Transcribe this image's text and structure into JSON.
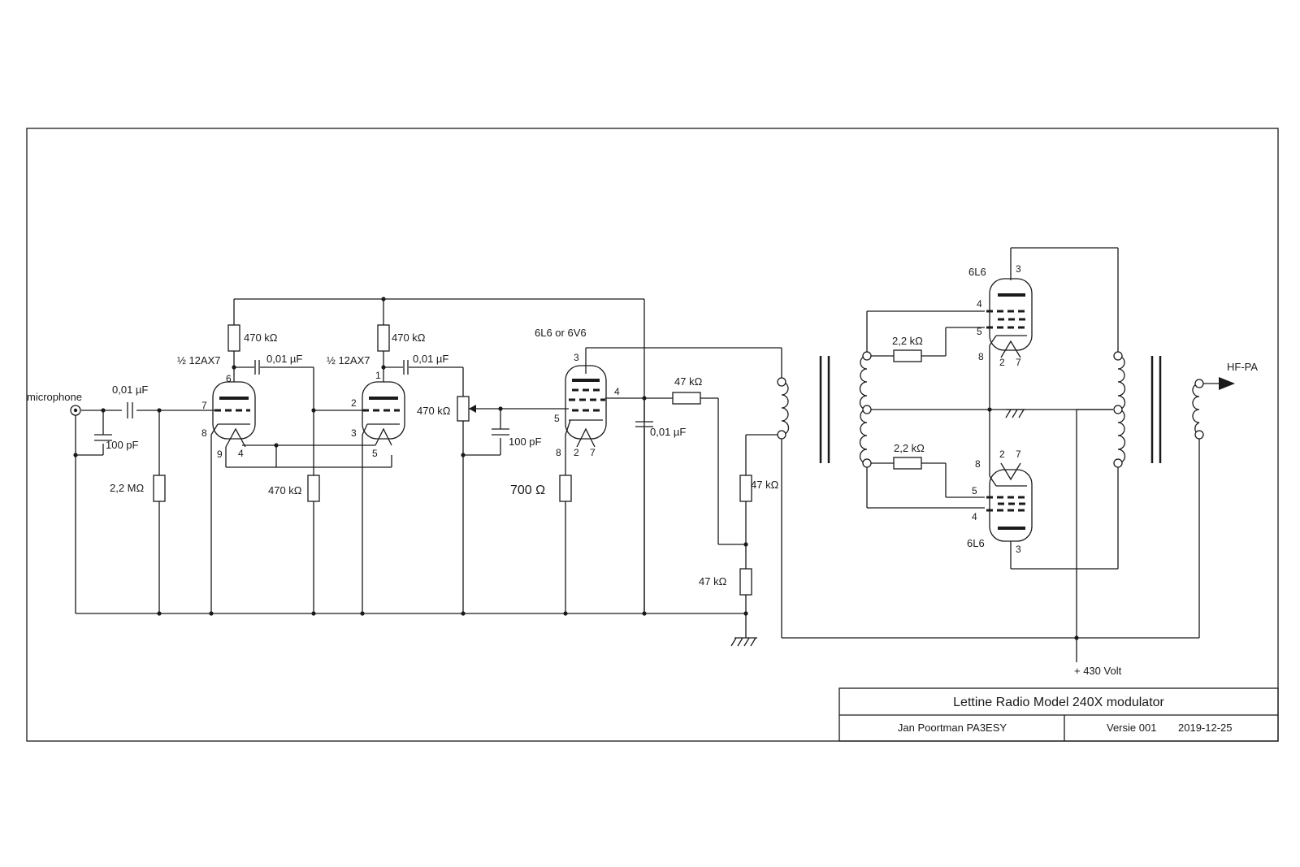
{
  "title_block": {
    "title": "Lettine Radio Model 240X modulator",
    "author": "Jan Poortman PA3ESY",
    "version": "Versie 001",
    "date": "2019-12-25"
  },
  "labels": {
    "microphone": "microphone",
    "c_in": "0,01 µF",
    "c_100pf_in": "100 pF",
    "r_grid": "2,2 MΩ",
    "tube1": "½ 12AX7",
    "tube2": "½ 12AX7",
    "r_plate1": "470 kΩ",
    "r_plate2": "470 kΩ",
    "c_couple1": "0,01 µF",
    "c_couple2": "0,01 µF",
    "r_mid": "470 kΩ",
    "pot": "470 kΩ",
    "c_100pf_2": "100 pF",
    "tube3": "6L6 or 6V6",
    "r_cathode": "700 Ω",
    "r_fb": "47 kΩ",
    "c_screen": "0,01 µF",
    "r_div1": "47 kΩ",
    "r_div2": "47 kΩ",
    "tube_top": "6L6",
    "tube_bot": "6L6",
    "r_g2_top": "2,2 kΩ",
    "r_g2_bot": "2,2 kΩ",
    "hf_pa": "HF-PA",
    "supply": "+ 430 Volt"
  },
  "pins": {
    "t1_plate": "6",
    "t1_grid": "7",
    "t1_cath": "8",
    "t1_h1": "9",
    "t1_h2": "4",
    "t2_plate": "1",
    "t2_grid": "2",
    "t2_cath": "3",
    "t2_h2": "5",
    "t3_plate": "3",
    "t3_screen": "4",
    "t3_grid": "5",
    "t3_cath": "8",
    "t3_h1": "2",
    "t3_h2": "7",
    "ta_plate": "3",
    "ta_screen": "4",
    "ta_grid": "5",
    "ta_cath": "8",
    "ta_h1": "2",
    "ta_h2": "7",
    "tb_plate": "3",
    "tb_screen": "4",
    "tb_grid": "5",
    "tb_cath": "8",
    "tb_h1": "2",
    "tb_h2": "7"
  }
}
